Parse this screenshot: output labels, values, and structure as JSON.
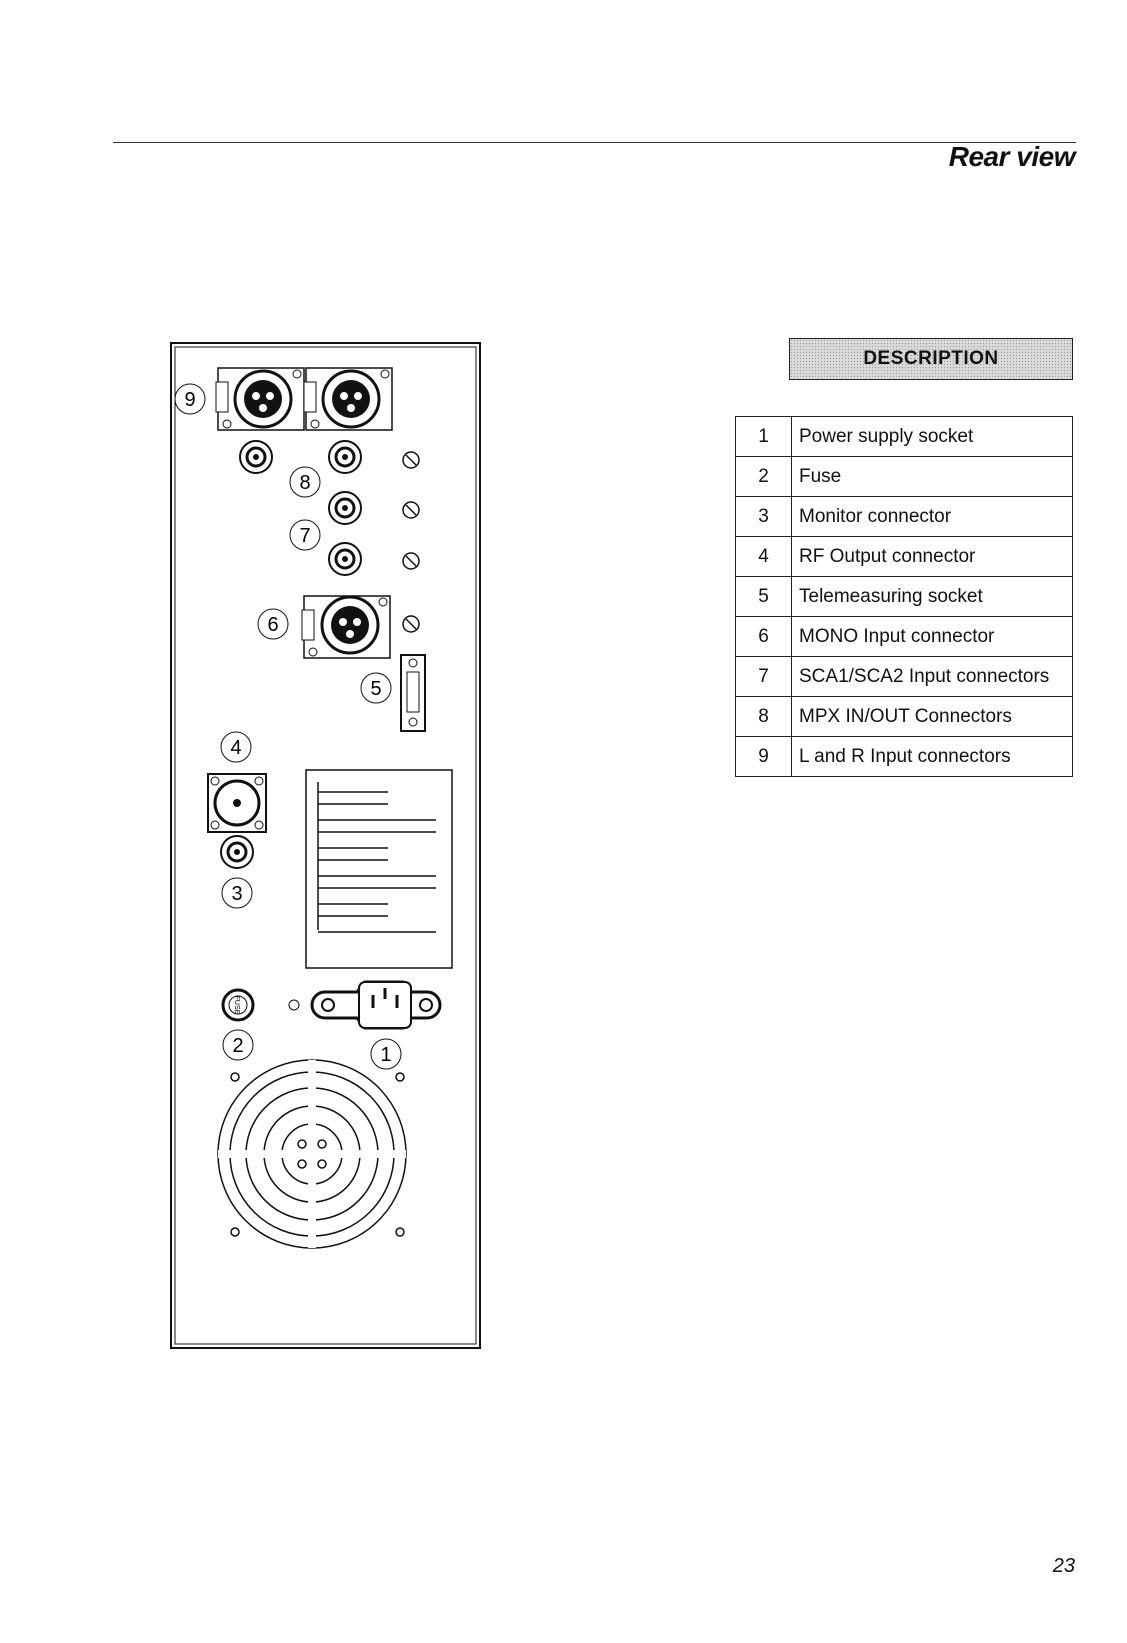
{
  "header": {
    "title": "Rear view"
  },
  "description_header": "DESCRIPTION",
  "legend": [
    {
      "num": "1",
      "label": "Power supply socket"
    },
    {
      "num": "2",
      "label": "Fuse"
    },
    {
      "num": "3",
      "label": "Monitor connector"
    },
    {
      "num": "4",
      "label": "RF Output connector"
    },
    {
      "num": "5",
      "label": "Telemeasuring socket"
    },
    {
      "num": "6",
      "label": "MONO Input connector"
    },
    {
      "num": "7",
      "label": "SCA1/SCA2 Input connectors"
    },
    {
      "num": "8",
      "label": "MPX IN/OUT Connectors"
    },
    {
      "num": "9",
      "label": "L and R Input connectors"
    }
  ],
  "diagram": {
    "callouts": [
      "9",
      "8",
      "7",
      "6",
      "5",
      "4",
      "3",
      "2",
      "1"
    ],
    "fuse_text": "FUSE"
  },
  "page_number": "23"
}
